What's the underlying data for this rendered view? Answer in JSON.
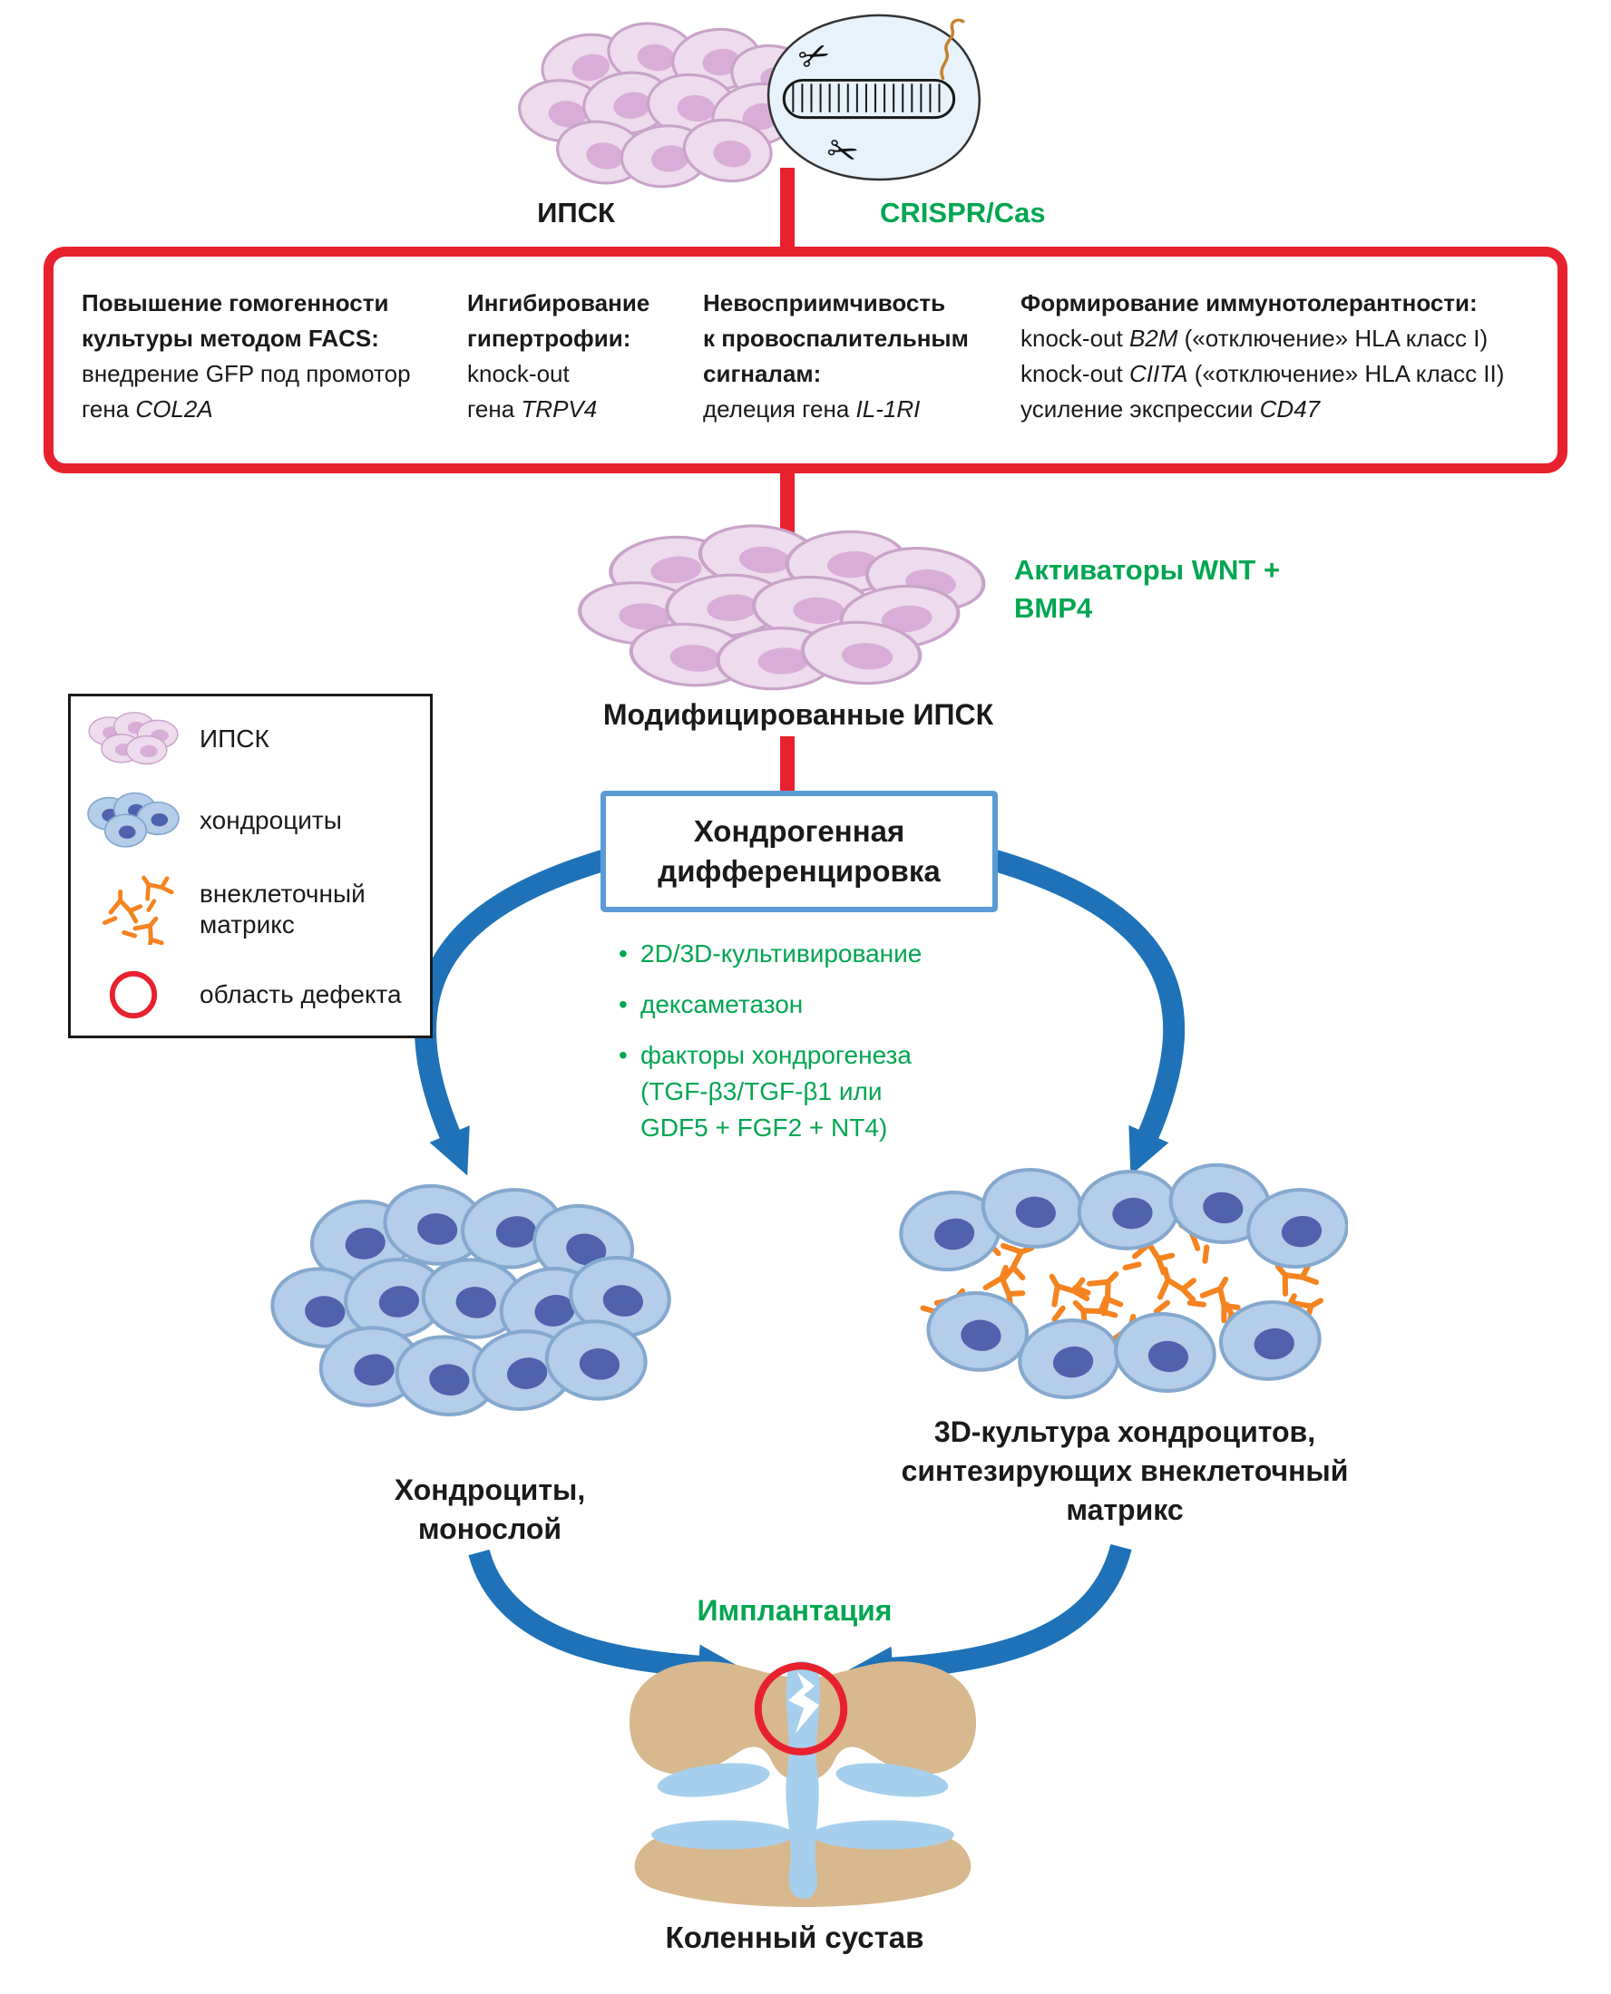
{
  "colors": {
    "red": "#e8212e",
    "green": "#00a651",
    "arrow_blue": "#1f72b8",
    "diff_box_blue": "#5b9bd5",
    "ipsc_pink": "#eedbee",
    "ipsc_nucleus": "#d8aed8",
    "chondrocyte_blue": "#b4cde8",
    "chondrocyte_nucleus": "#5061ad",
    "matrix_orange": "#f5831f",
    "bone_tan": "#d8b88e",
    "cartilage_blue": "#a6cfee"
  },
  "icons": {
    "scissors": "✂"
  },
  "header": {
    "ipsc_label": "ИПСК",
    "crispr_label": "CRISPR/Cas"
  },
  "gene_editing_box": {
    "columns": [
      {
        "segments": [
          {
            "t": "Повышение гомогенности",
            "b": true
          },
          {
            "br": true
          },
          {
            "t": "культуры методом FACS:",
            "b": true
          },
          {
            "br": true
          },
          {
            "t": "внедрение GFP под промотор"
          },
          {
            "br": true
          },
          {
            "t": "гена "
          },
          {
            "t": "COL2A",
            "i": true
          }
        ]
      },
      {
        "segments": [
          {
            "t": "Ингибирование",
            "b": true
          },
          {
            "br": true
          },
          {
            "t": "гипертрофии:",
            "b": true
          },
          {
            "br": true
          },
          {
            "t": "knock-out"
          },
          {
            "br": true
          },
          {
            "t": "гена "
          },
          {
            "t": "TRPV4",
            "i": true
          }
        ]
      },
      {
        "segments": [
          {
            "t": "Невосприимчивость",
            "b": true
          },
          {
            "br": true
          },
          {
            "t": "к провоспалительным",
            "b": true
          },
          {
            "br": true
          },
          {
            "t": "сигналам:",
            "b": true
          },
          {
            "br": true
          },
          {
            "t": "делеция гена "
          },
          {
            "t": "IL-1RI",
            "i": true
          }
        ]
      },
      {
        "segments": [
          {
            "t": "Формирование иммунотолерантности:",
            "b": true
          },
          {
            "br": true
          },
          {
            "t": "knock-out "
          },
          {
            "t": "B2M",
            "i": true
          },
          {
            "t": " («отключение» HLA класс I)"
          },
          {
            "br": true
          },
          {
            "t": "knock-out "
          },
          {
            "t": "CIITA",
            "i": true
          },
          {
            "t": " («отключение» HLA класс II)"
          },
          {
            "br": true
          },
          {
            "t": "усиление экспрессии "
          },
          {
            "t": "CD47",
            "i": true
          }
        ]
      }
    ]
  },
  "modified_ipsc": {
    "label": "Модифицированные ИПСК",
    "activators": {
      "segments": [
        {
          "t": "Активаторы WNT +"
        },
        {
          "br": true
        },
        {
          "t": "BMP4"
        }
      ]
    }
  },
  "differentiation": {
    "box": {
      "segments": [
        {
          "t": "Хондрогенная"
        },
        {
          "br": true
        },
        {
          "t": "дифференцировка"
        }
      ]
    },
    "bullets": [
      {
        "segments": [
          {
            "t": "2D/3D-культивирование"
          }
        ]
      },
      {
        "segments": [
          {
            "t": "дексаметазон"
          }
        ]
      },
      {
        "segments": [
          {
            "t": "факторы хондрогенеза"
          },
          {
            "br": true
          },
          {
            "t": "(TGF-β3/TGF-β1 или"
          },
          {
            "br": true
          },
          {
            "t": "GDF5 + FGF2 + NT4)"
          }
        ]
      }
    ]
  },
  "legend": {
    "items": [
      {
        "icon": "ipsc-cells-icon",
        "label": {
          "segments": [
            {
              "t": "ИПСК"
            }
          ]
        }
      },
      {
        "icon": "chondrocytes-icon",
        "label": {
          "segments": [
            {
              "t": "хондроциты"
            }
          ]
        }
      },
      {
        "icon": "extracellular-matrix-icon",
        "label": {
          "segments": [
            {
              "t": "внеклеточный"
            },
            {
              "br": true
            },
            {
              "t": "матрикс"
            }
          ]
        }
      },
      {
        "icon": "defect-area-icon",
        "label": {
          "segments": [
            {
              "t": "область дефекта"
            }
          ]
        }
      }
    ]
  },
  "results": {
    "monolayer": {
      "segments": [
        {
          "t": "Хондроциты,"
        },
        {
          "br": true
        },
        {
          "t": "монослой"
        }
      ]
    },
    "culture3d": {
      "segments": [
        {
          "t": "3D-культура хондроцитов,"
        },
        {
          "br": true
        },
        {
          "t": "синтезирующих внеклеточный"
        },
        {
          "br": true
        },
        {
          "t": "матрикс"
        }
      ]
    }
  },
  "implantation": {
    "label": "Имплантация"
  },
  "knee": {
    "label": "Коленный сустав"
  }
}
